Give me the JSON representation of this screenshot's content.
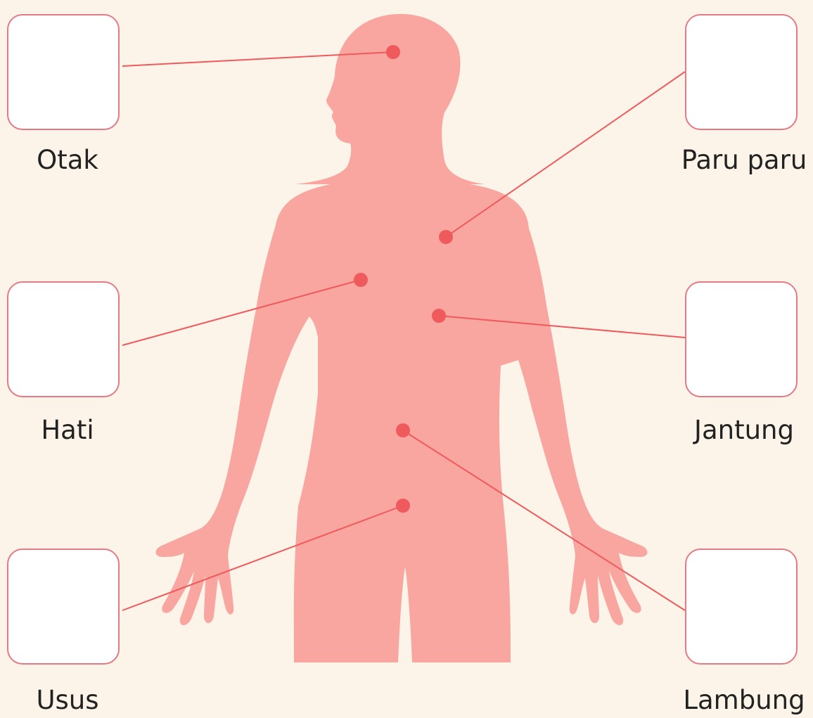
{
  "colors": {
    "background": "#fcf4e8",
    "body": "#f9a5a0",
    "accent": "#ef5a5d",
    "box_border": "#e37a86",
    "box_fill": "#ffffff",
    "text": "#222222"
  },
  "organs": [
    {
      "id": "otak",
      "label": "Otak"
    },
    {
      "id": "paru-paru",
      "label": "Paru paru"
    },
    {
      "id": "hati",
      "label": "Hati"
    },
    {
      "id": "jantung",
      "label": "Jantung"
    },
    {
      "id": "usus",
      "label": "Usus"
    },
    {
      "id": "lambung",
      "label": "Lambung"
    }
  ]
}
